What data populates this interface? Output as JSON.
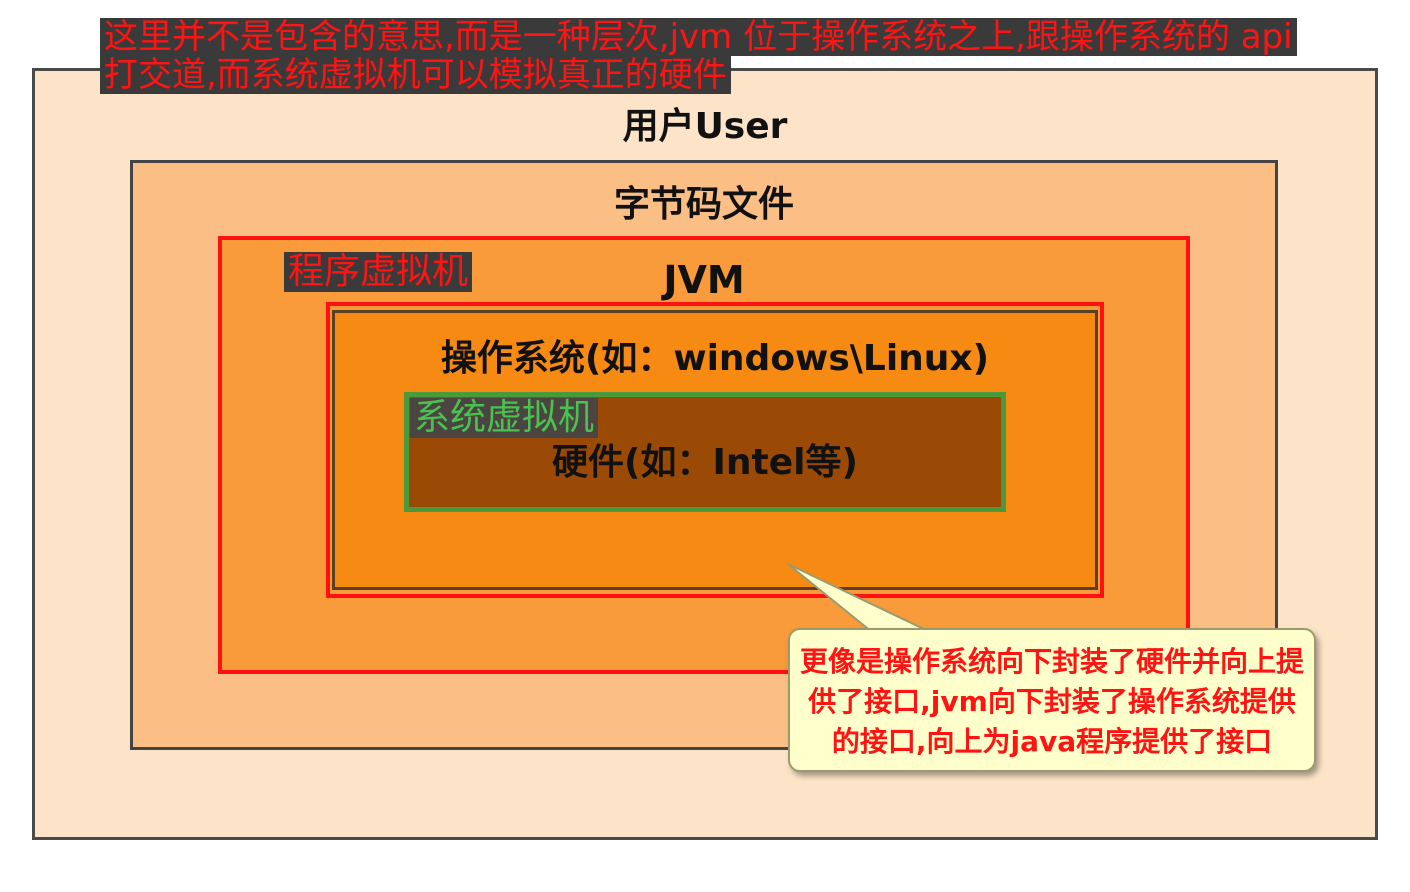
{
  "diagram": {
    "user_label": "用户User",
    "bytecode_label": "字节码文件",
    "jvm_label": "JVM",
    "os_label": "操作系统(如：windows\\Linux)",
    "hardware_label": "硬件(如：Intel等)"
  },
  "annotations": {
    "top_note_line1": "这里并不是包含的意思,而是一种层次,jvm 位于操作系统之上,跟操作系统的 api",
    "top_note_line2": "打交道,而系统虚拟机可以模拟真正的硬件",
    "program_vm_tag": "程序虚拟机",
    "system_vm_tag": "系统虚拟机",
    "callout": "更像是操作系统向下封装了硬件并向上提供了接口,jvm向下封装了操作系统提供的接口,向上为java程序提供了接口"
  },
  "colors": {
    "user_fill": "#fde4c8",
    "bytecode_fill": "#fbbf85",
    "jvm_fill": "#f99a3b",
    "os_fill": "#f78a12",
    "hardware_fill": "#9a4a04",
    "highlight_red": "#ff1111",
    "system_vm_green": "#4a9a3c",
    "callout_fill": "#ffffcc"
  }
}
